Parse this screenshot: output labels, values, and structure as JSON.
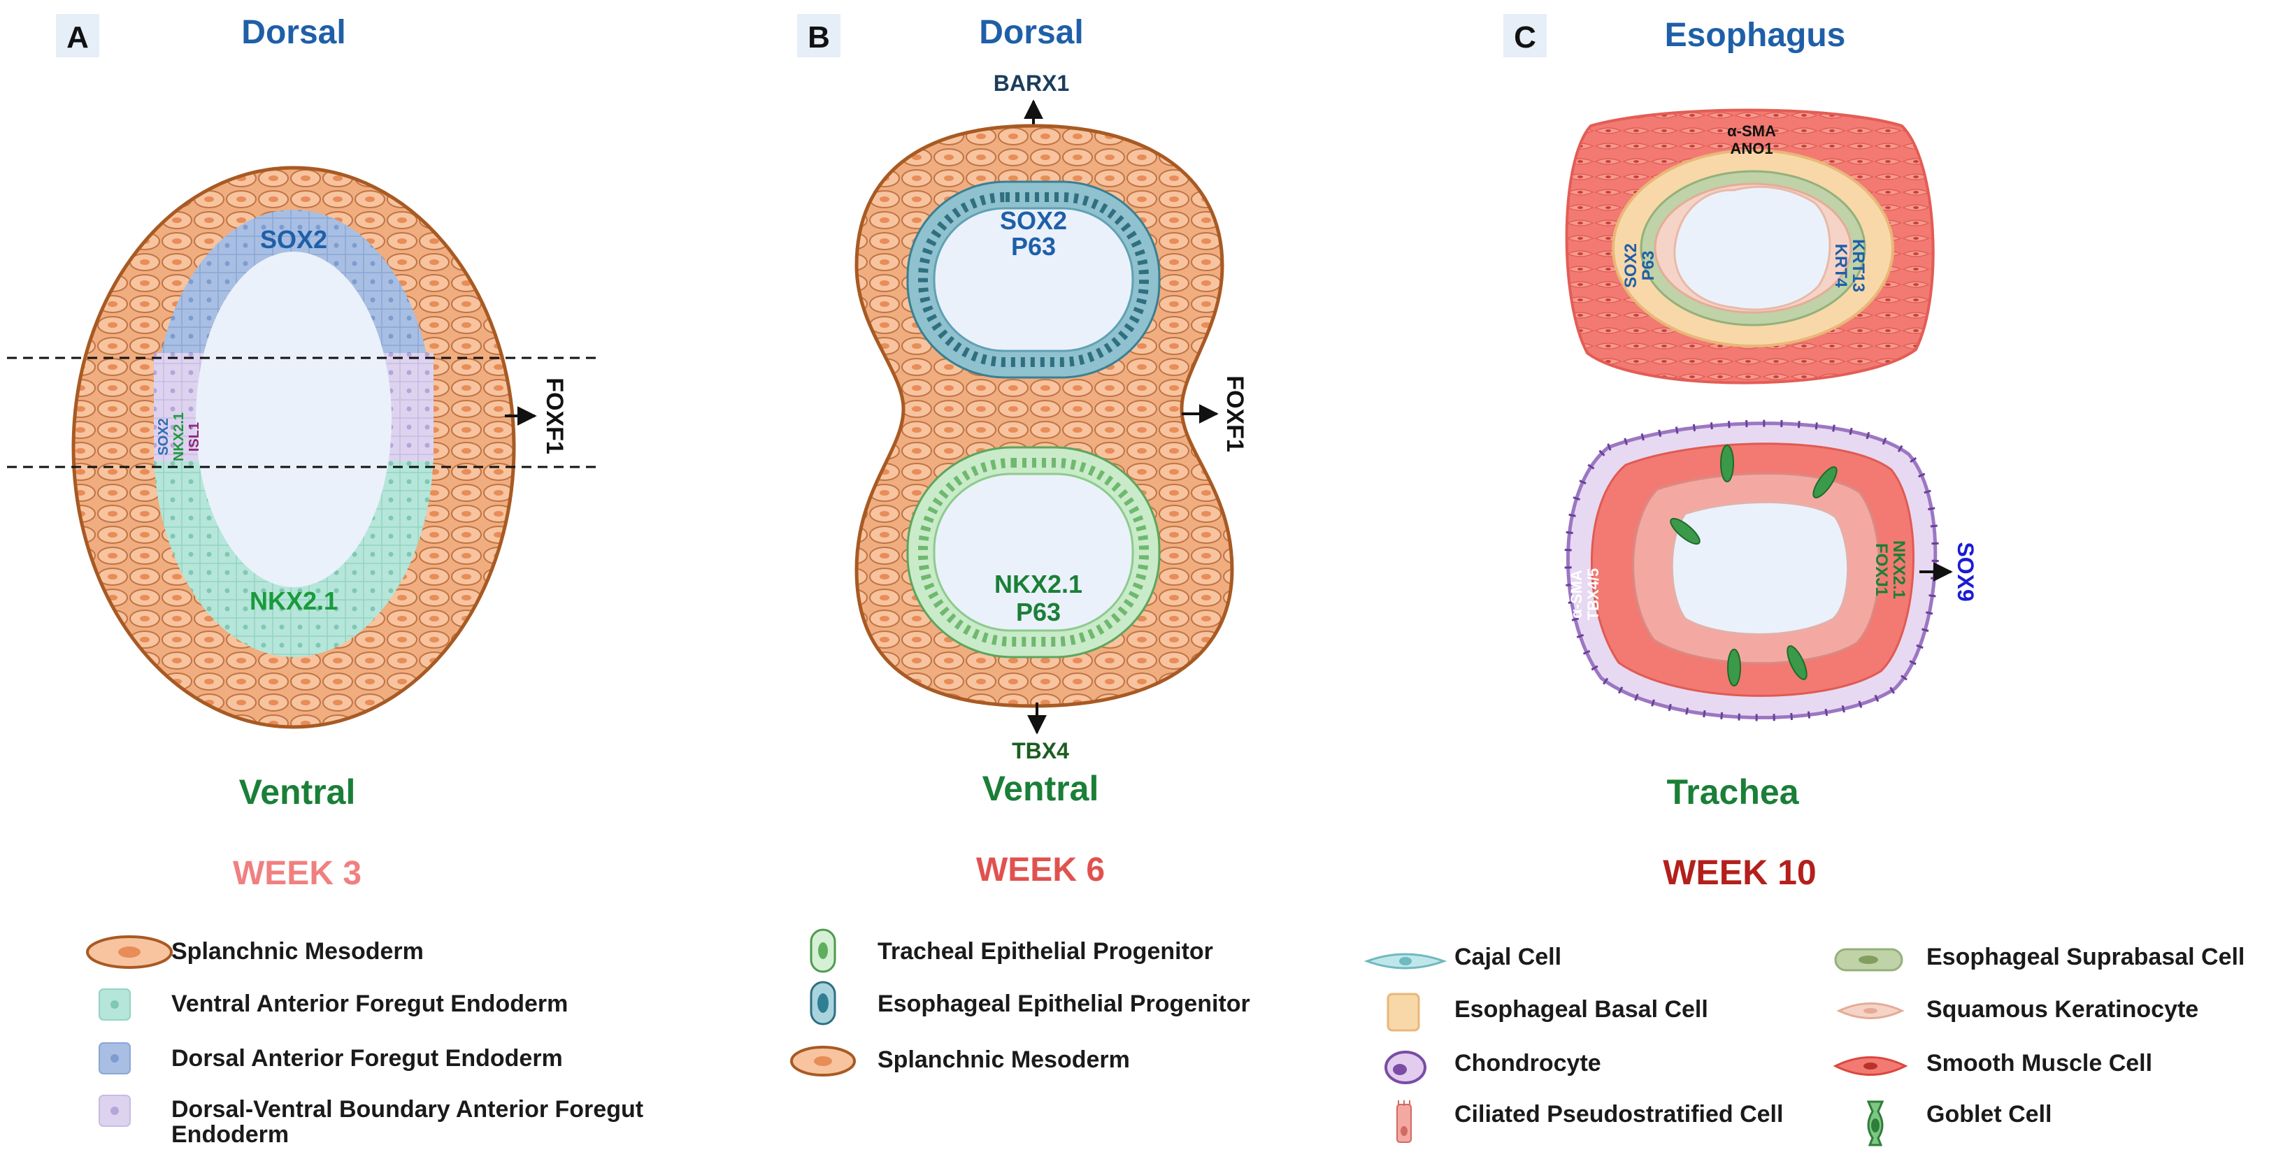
{
  "colors": {
    "dorsal_blue": "#1f5fa8",
    "ventral_green": "#1a7f37",
    "week3": "#f08080",
    "week6": "#e0524f",
    "week10": "#b3201c",
    "mesoderm_fill": "#f3b48a",
    "mesoderm_border": "#b5652d",
    "lumen": "#e8f0fb",
    "sox2_blue": "#2f6db5",
    "nkx_green": "#1a9a3c",
    "isl1_purple": "#8e2a7a",
    "sox9_blue": "#1b1bd6",
    "smooth_muscle": "#f27a72",
    "basal": "#f8d8a8"
  },
  "panels": [
    {
      "letter": "A",
      "top_label": "Dorsal",
      "bottom_label": "Ventral",
      "week": "WEEK 3",
      "inner_labels": {
        "top": "SOX2",
        "bottom": "NKX2.1"
      },
      "boundary_markers": [
        "SOX2",
        "NKX2.1",
        "ISL1"
      ],
      "side_marker": "FOXF1"
    },
    {
      "letter": "B",
      "top_label": "Dorsal",
      "bottom_label": "Ventral",
      "week": "WEEK 6",
      "top_marker": "BARX1",
      "bottom_marker": "TBX4",
      "side_marker": "FOXF1",
      "upper_lumen_labels": [
        "SOX2",
        "P63"
      ],
      "lower_lumen_labels": [
        "NKX2.1",
        "P63"
      ]
    },
    {
      "letter": "C",
      "top_label": "Esophagus",
      "bottom_label": "Trachea",
      "week": "WEEK 10",
      "esophagus_top": [
        "α-SMA",
        "ANO1"
      ],
      "esophagus_left": [
        "SOX2",
        "P63"
      ],
      "esophagus_right": [
        "KRT13",
        "KRT4"
      ],
      "trachea_left": [
        "α-SMA",
        "TBX4/5"
      ],
      "trachea_right": [
        "NKX2.1",
        "FOXJ1"
      ],
      "trachea_side_marker": "SOX9"
    }
  ],
  "legend_a": [
    {
      "icon": "splanchnic-mesoderm-icon",
      "label": "Splanchnic Mesoderm"
    },
    {
      "icon": "ventral-endoderm-icon",
      "label": "Ventral Anterior Foregut Endoderm"
    },
    {
      "icon": "dorsal-endoderm-icon",
      "label": "Dorsal Anterior Foregut Endoderm"
    },
    {
      "icon": "boundary-endoderm-icon",
      "label_line1": "Dorsal-Ventral Boundary Anterior Foregut",
      "label_line2": "Endoderm"
    }
  ],
  "legend_b": [
    {
      "icon": "tracheal-progenitor-icon",
      "label": "Tracheal Epithelial Progenitor"
    },
    {
      "icon": "esophageal-progenitor-icon",
      "label": "Esophageal Epithelial Progenitor"
    },
    {
      "icon": "splanchnic-mesoderm-icon",
      "label": "Splanchnic Mesoderm"
    }
  ],
  "legend_c_left": [
    {
      "icon": "cajal-cell-icon",
      "label": "Cajal Cell"
    },
    {
      "icon": "esophageal-basal-cell-icon",
      "label": "Esophageal Basal Cell"
    },
    {
      "icon": "chondrocyte-icon",
      "label": "Chondrocyte"
    },
    {
      "icon": "ciliated-cell-icon",
      "label": "Ciliated Pseudostratified Cell"
    }
  ],
  "legend_c_right": [
    {
      "icon": "suprabasal-cell-icon",
      "label": "Esophageal Suprabasal Cell"
    },
    {
      "icon": "squamous-keratinocyte-icon",
      "label": "Squamous Keratinocyte"
    },
    {
      "icon": "smooth-muscle-cell-icon",
      "label": "Smooth Muscle Cell"
    },
    {
      "icon": "goblet-cell-icon",
      "label": "Goblet Cell"
    }
  ]
}
